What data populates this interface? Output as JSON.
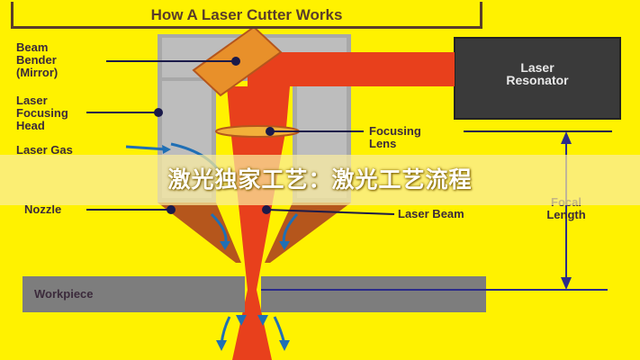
{
  "diagram": {
    "title": "How A Laser Cutter Works",
    "labels": {
      "beam_bender": "Beam\nBender\n(Mirror)",
      "focusing_head": "Laser\nFocusing\nHead",
      "laser_gas": "Laser Gas",
      "nozzle": "Nozzle",
      "workpiece": "Workpiece",
      "resonator": "Laser\nResonator",
      "focusing_lens": "Focusing\nLens",
      "focal_length": "Focal\nLength",
      "laser_beam": "Laser Beam"
    },
    "colors": {
      "background": "#fff200",
      "beam": "#e8401c",
      "head_body": "#a8a8a8",
      "nozzle": "#b5561c",
      "resonator": "#3a3a3a",
      "workpiece": "#7d7d7d",
      "arrows": "#1f6fb5"
    }
  },
  "overlay": {
    "caption": "激光独家工艺：激光工艺流程"
  }
}
